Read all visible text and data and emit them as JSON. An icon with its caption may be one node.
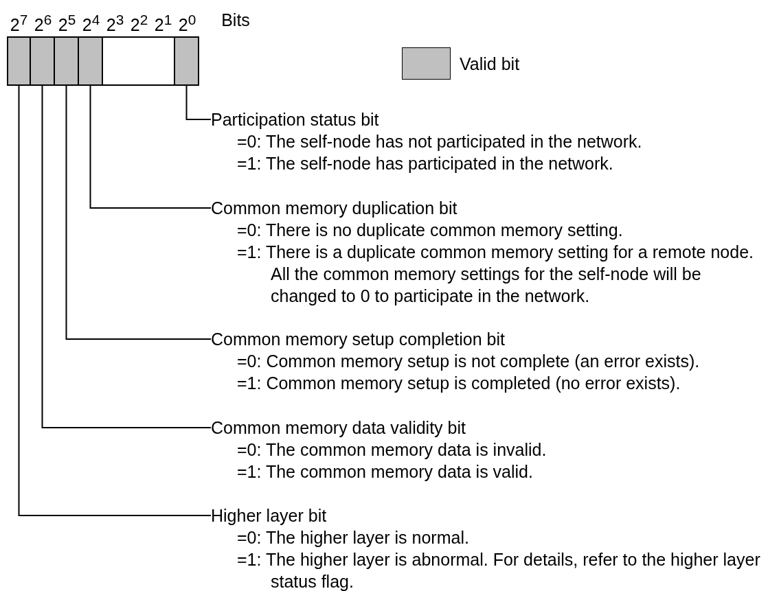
{
  "diagram": {
    "nodes": [
      {
        "text": [],
        "shape": "box"
      },
      {
        "text": [],
        "shape": "box"
      },
      {
        "text": [],
        "shape": "box"
      },
      {
        "text": [],
        "shape": "box"
      },
      {
        "text": [],
        "shape": "box"
      },
      {
        "text": [],
        "shape": "box"
      },
      {
        "text": [
          "Participation status bit",
          "=0: The self-node has not participated in the network.",
          "=1: The self-node has participated in the network."
        ]
      },
      {
        "text": [
          "Common memory duplication bit",
          "=0: There is no duplicate common memory setting.",
          "=1: There is a duplicate common memory setting for a remote node. All the common memory settings for the self-node will be changed to 0 to participate in the network."
        ]
      },
      {
        "text": [
          "Common memory setup completion bit",
          "=0: Common memory setup is not complete (an error exists).",
          "=1: Common memory setup is completed (no error exists)."
        ]
      },
      {
        "text": [
          "Common memory data validity bit",
          "=0: The common memory data is invalid.",
          "=1: The common memory data is valid."
        ]
      },
      {
        "text": [
          "Higher layer bit",
          "=0: The higher layer is normal.",
          "=1: The higher layer is abnormal. For details, refer to the higher layer status flag."
        ]
      }
    ],
    "edges": [
      {
        "from": 6,
        "to": 5,
        "arrow": "none"
      },
      {
        "from": 7,
        "to": 3,
        "arrow": "none"
      },
      {
        "from": 8,
        "to": 2,
        "arrow": "none"
      },
      {
        "from": 9,
        "to": 1,
        "arrow": "none"
      },
      {
        "from": 10,
        "to": 0,
        "arrow": "none"
      }
    ],
    "labels": [
      "2$^{7}$",
      "2$^{6}$",
      "2$^{5}$",
      "2$^{4}$",
      "2$^{3}$",
      "2$^{2}$",
      "2$^{1}$",
      "2$^{0}$",
      "Bits"
    ],
    "legend": [
      {
        "text": "Valid bit",
        "color": "#c0c0c0"
      }
    ]
  }
}
